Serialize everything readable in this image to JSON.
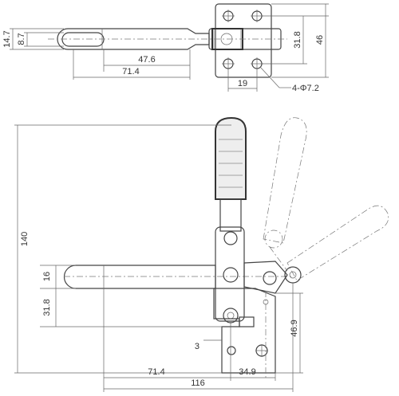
{
  "dimensions": {
    "top_view": {
      "bar_height": "14.7",
      "slot_width": "8.7",
      "slot_length": "47.6",
      "arm_length": "71.4",
      "base_height": "46",
      "hole_spacing_y": "31.8",
      "hole_spacing_x": "19",
      "mount_holes": "4-Φ7.2"
    },
    "side_view": {
      "total_height": "140",
      "arm_offset": "16",
      "arm_height": "31.8",
      "base_offset": "3",
      "hole_height": "46.9",
      "arm_reach": "71.4",
      "base_width": "34.9",
      "overall_length": "116"
    }
  }
}
